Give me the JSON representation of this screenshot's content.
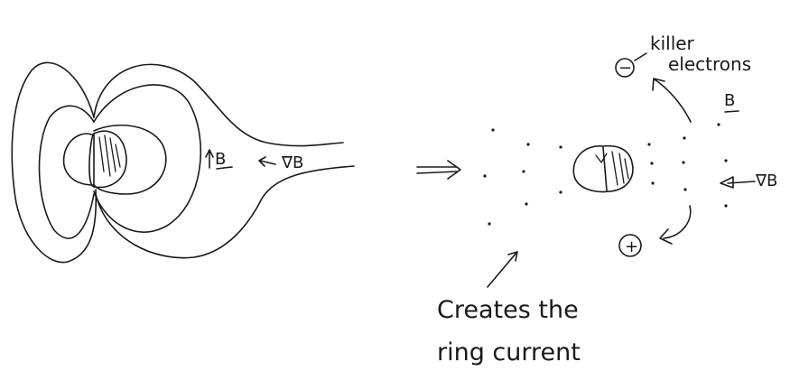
{
  "left_panel": {
    "field_label": "B",
    "gradient_label": "∇B"
  },
  "right_panel": {
    "electron_symbol": "−",
    "electron_label_line1": "killer",
    "electron_label_line2": "electrons",
    "field_label": "B",
    "gradient_label": "∇B",
    "ion_symbol": "+",
    "caption_line1": "Creates the",
    "caption_line2": "ring current"
  }
}
